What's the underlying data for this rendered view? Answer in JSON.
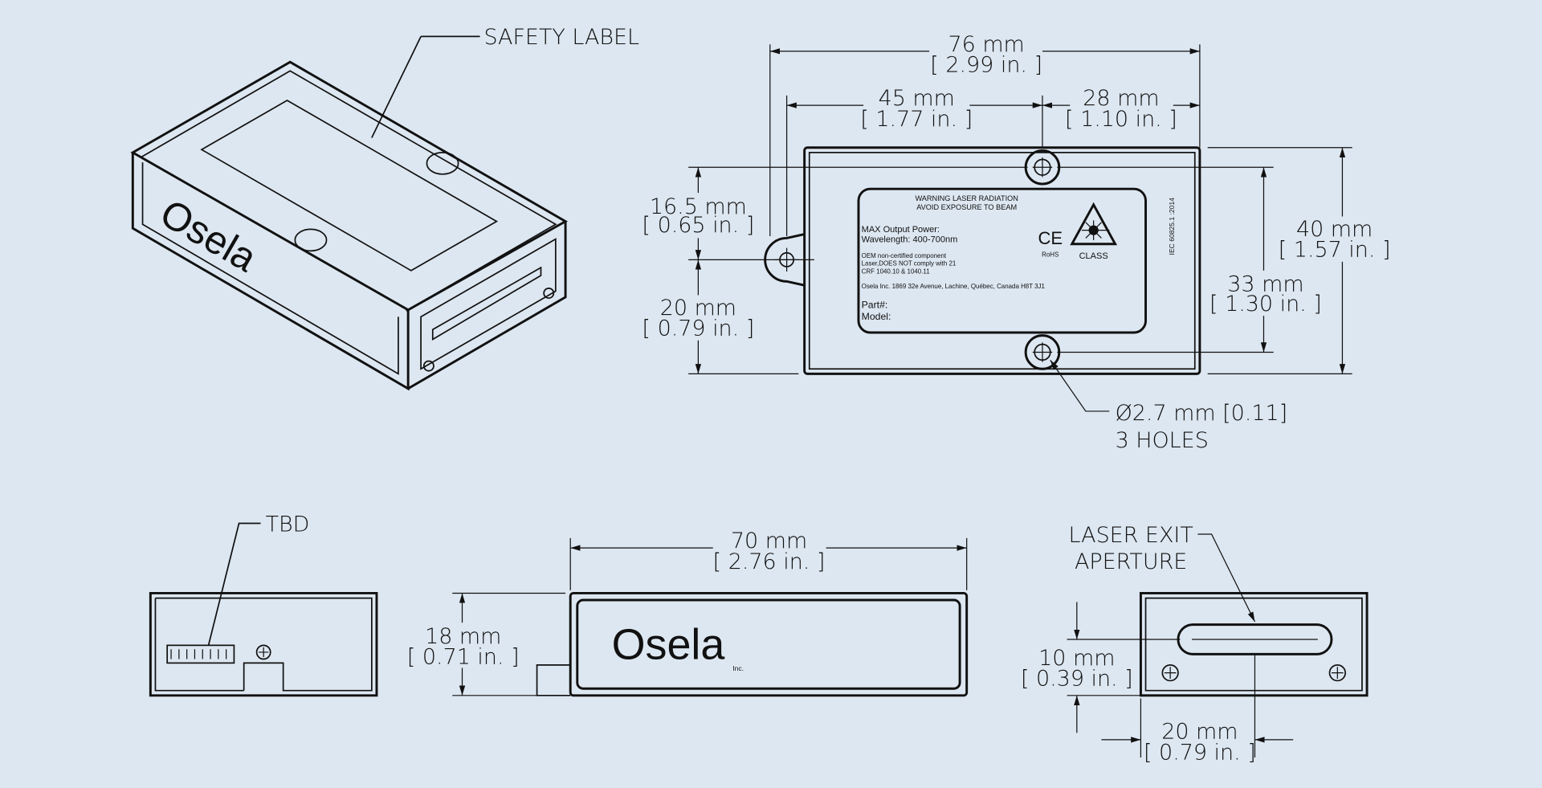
{
  "callouts": {
    "safety_label": "SAFETY LABEL",
    "tbd": "TBD",
    "laser_exit_1": "LASER EXIT",
    "laser_exit_2": "APERTURE",
    "holes_1": "Ø2.7 mm [0.11]",
    "holes_2": "3 HOLES"
  },
  "dimensions": {
    "width_mm": "76 mm",
    "width_in": "[ 2.99 in. ]",
    "left_mm": "45 mm",
    "left_in": "[ 1.77 in. ]",
    "right_mm": "28 mm",
    "right_in": "[ 1.10 in. ]",
    "tab_top_mm": "16.5 mm",
    "tab_top_in": "[ 0.65 in. ]",
    "tab_bot_mm": "20 mm",
    "tab_bot_in": "[ 0.79 in. ]",
    "height_mm": "40 mm",
    "height_in": "[ 1.57 in. ]",
    "holes_mm": "33 mm",
    "holes_in": "[ 1.30 in. ]",
    "length_mm": "70 mm",
    "length_in": "[ 2.76 in. ]",
    "thick_mm": "18 mm",
    "thick_in": "[ 0.71 in. ]",
    "aperture_h_mm": "10 mm",
    "aperture_h_in": "[ 0.39 in. ]",
    "aperture_w_mm": "20 mm",
    "aperture_w_in": "[ 0.79 in. ]"
  },
  "label": {
    "warning_1": "WARNING LASER RADIATION",
    "warning_2": "AVOID EXPOSURE TO BEAM",
    "max_power": "MAX Output Power:",
    "wavelength": "Wavelength: 400-700nm",
    "oem_1": "OEM non-certified component",
    "oem_2": "Laser,DOES NOT comply with 21",
    "oem_3": "CRF 1040.10 & 1040.11",
    "address": "Osela Inc. 1869 32e Avenue, Lachine, Québec, Canada H8T 3J1",
    "part": "Part#:",
    "model": "Model:",
    "ce": "CE",
    "rohs": "RoHS",
    "class": "CLASS",
    "iec": "IEC 60825.1 :2014"
  },
  "logo": {
    "brand": "Osela",
    "suffix": "Inc."
  }
}
